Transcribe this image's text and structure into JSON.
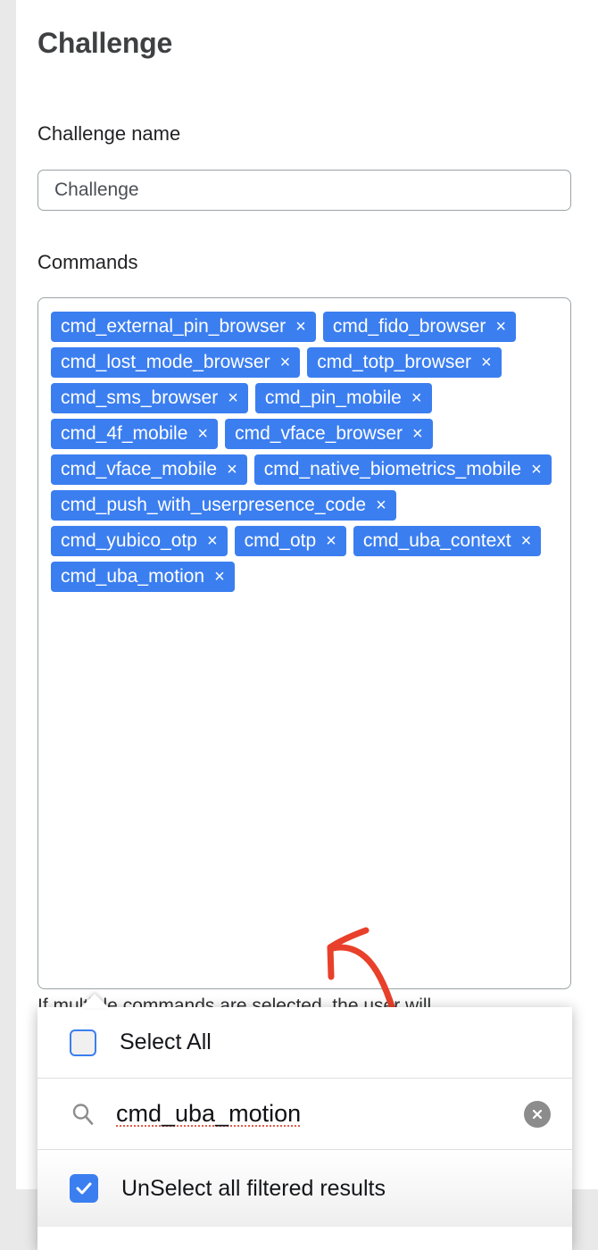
{
  "page": {
    "title": "Challenge",
    "background_color": "#e9e9e9",
    "card_color": "#ffffff"
  },
  "colors": {
    "chip_blue": "#3b7ef0",
    "accent_blue": "#3b7ef0",
    "annotation_red": "#e8402a",
    "border_gray": "#9aa3a6",
    "clear_button_gray": "#8c8c8c"
  },
  "form": {
    "challenge_name": {
      "label": "Challenge name",
      "value": "Challenge",
      "placeholder": "Challenge"
    },
    "commands": {
      "label": "Commands",
      "helper_text": "If multiple commands are selected, the user will",
      "remove_glyph": "×",
      "chips": [
        {
          "label": "cmd_external_pin_browser"
        },
        {
          "label": "cmd_fido_browser"
        },
        {
          "label": "cmd_lost_mode_browser"
        },
        {
          "label": "cmd_totp_browser"
        },
        {
          "label": "cmd_sms_browser"
        },
        {
          "label": "cmd_pin_mobile"
        },
        {
          "label": "cmd_4f_mobile"
        },
        {
          "label": "cmd_vface_browser"
        },
        {
          "label": "cmd_vface_mobile"
        },
        {
          "label": "cmd_native_biometrics_mobile"
        },
        {
          "label": "cmd_push_with_userpresence_code"
        },
        {
          "label": "cmd_yubico_otp"
        },
        {
          "label": "cmd_otp"
        },
        {
          "label": "cmd_uba_context"
        },
        {
          "label": "cmd_uba_motion"
        }
      ]
    }
  },
  "dropdown": {
    "select_all": {
      "label": "Select All",
      "checked": false
    },
    "search": {
      "value": "cmd_uba_motion",
      "placeholder": "cmd_uba_motion",
      "clear_glyph": "×"
    },
    "unselect_filtered": {
      "label": "UnSelect all filtered results",
      "checked": true
    }
  },
  "annotation": {
    "type": "hand-drawn-arrow",
    "color": "#e8402a",
    "points_at": "cmd_uba_motion"
  }
}
